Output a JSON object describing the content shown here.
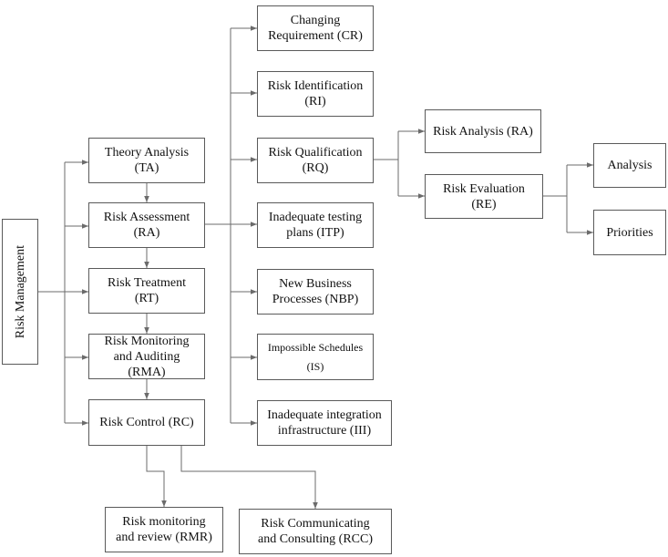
{
  "diagram": {
    "root": "Risk Management",
    "processes": {
      "ta": "Theory  Analysis\n(TA)",
      "ra": "Risk Assessment\n(RA)",
      "rt": "Risk Treatment\n(RT)",
      "rma": "Risk Monitoring\nand Auditing\n(RMA)",
      "rc": "Risk Control (RC)"
    },
    "assessment_items": {
      "cr": "Changing\nRequirement (CR)",
      "ri": "Risk Identification\n(RI)",
      "rq": "Risk Qualification\n(RQ)",
      "itp": "Inadequate testing\nplans (ITP)",
      "nbp": "New Business\nProcesses (NBP)",
      "is": "Impossible Schedules\n(IS)",
      "iii": "Inadequate integration\ninfrastructure (III)"
    },
    "qualification_items": {
      "ra2": "Risk Analysis (RA)",
      "re": "Risk Evaluation\n(RE)"
    },
    "evaluation_items": {
      "analysis": "Analysis",
      "priorities": "Priorities"
    },
    "control_items": {
      "rmr": "Risk monitoring\nand review (RMR)",
      "rcc": "Risk Communicating\nand Consulting  (RCC)"
    },
    "colors": {
      "line": "#6b6b6b",
      "border": "#5a5a5a",
      "text": "#111111"
    }
  }
}
